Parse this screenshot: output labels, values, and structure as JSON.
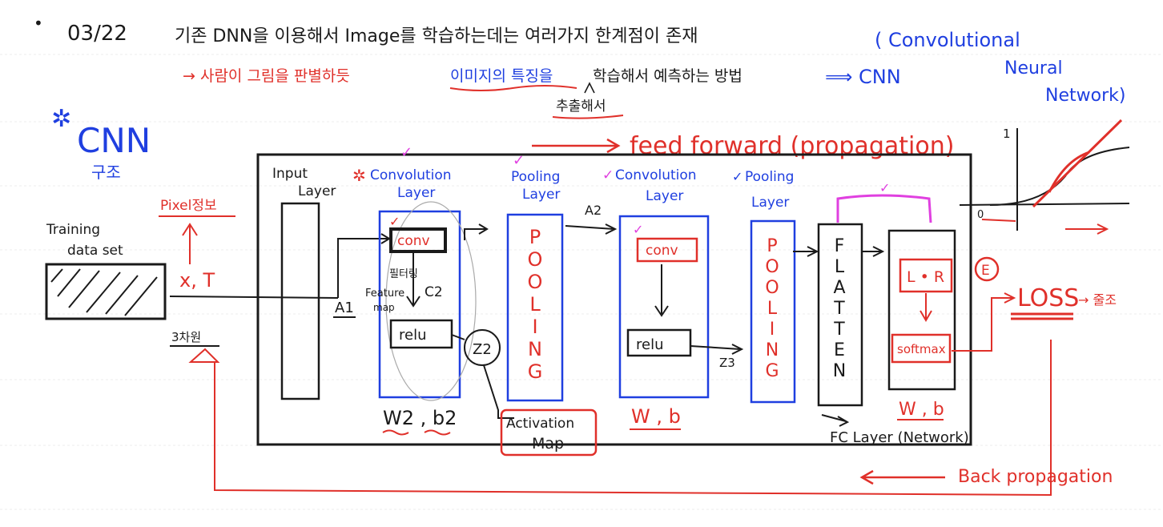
{
  "colors": {
    "ink": "#1a1a1a",
    "red": "#e0302a",
    "blue": "#1f3fe0",
    "magenta": "#e040e0",
    "rule": "#e6e6e6"
  },
  "header": {
    "bullet": "•",
    "date": "03/22",
    "line1": "기존 DNN을 이용해서 Image를 학습하는데는 여러가지 한계점이 존재",
    "cnn_full_1": "( Convolutional",
    "cnn_full_2": "Neural",
    "cnn_full_3": "Network)",
    "line2_arrow": "→ 사람이 그림을 판별하듯",
    "line2_feature": "이미지의 특징을",
    "line2_rest": "학습해서 예측하는 방법",
    "line2_cnn": "⟹ CNN",
    "extract": "추출해서"
  },
  "title": {
    "stars": "✲",
    "cnn": "CNN",
    "structure": "구조"
  },
  "flow": {
    "feed_forward": "feed forward (propagation)",
    "back_propagation": "Back propagation"
  },
  "left": {
    "pixel_info": "Pixel정보",
    "training_1": "Training",
    "training_2": "data set",
    "xt": "x, T",
    "three_d": "3차원",
    "a1": "A1"
  },
  "layers": {
    "input_1": "Input",
    "input_2": "Layer",
    "conv1_title_1": "Convolution",
    "conv1_title_2": "Layer",
    "pool1_title_1": "Pooling",
    "pool1_title_2": "Layer",
    "conv2_title_1": "Convolution",
    "conv2_title_2": "Layer",
    "pool2_title_1": "Pooling",
    "pool2_title_2": "Layer",
    "conv_box": "conv",
    "relu_box": "relu",
    "filter_label": "필터링",
    "feature_map_1": "Feature",
    "feature_map_2": "map",
    "c2": "C2",
    "z2": "Z2",
    "z3": "Z3",
    "a2": "A2",
    "pooling_letters": [
      "P",
      "O",
      "O",
      "L",
      "I",
      "N",
      "G"
    ],
    "flatten_letters": [
      "F",
      "L",
      "A",
      "T",
      "T",
      "E",
      "N"
    ],
    "lr_box": "L • R",
    "softmax_box": "softmax",
    "e_circle": "E",
    "w2b2": "W2 , b2",
    "wb_mid": "W , b",
    "wb_fc": "W , b",
    "activation_1": "Activation",
    "activation_2": "Map",
    "fc_layer": "FC Layer (Network)",
    "check": "✓"
  },
  "loss": {
    "label": "LOSS",
    "arrow_suffix": "→ 줄조"
  },
  "graph": {
    "y_tick": "1",
    "origin": "0"
  }
}
